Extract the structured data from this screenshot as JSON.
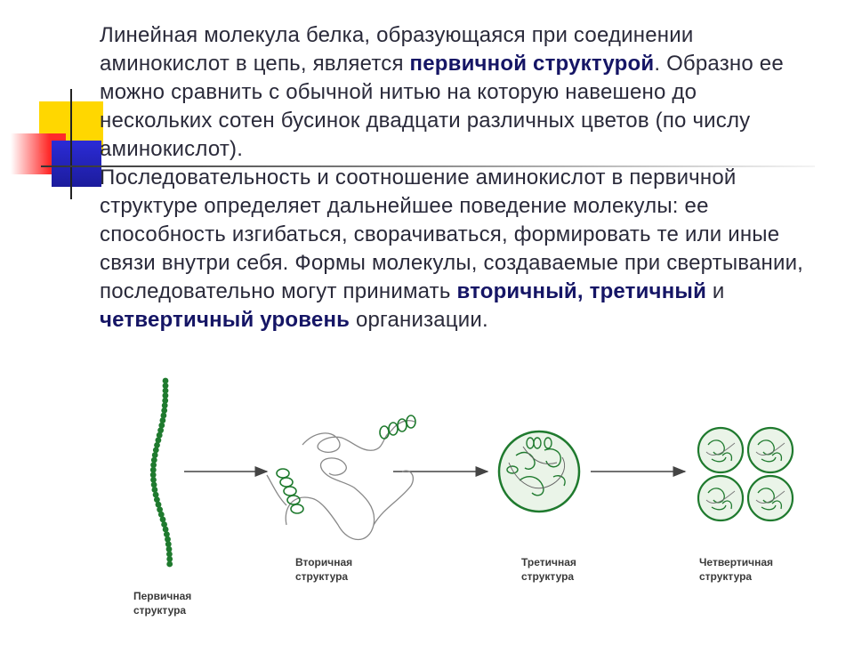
{
  "text": {
    "p1_a": "Линейная молекула белка, образующаяся при соединении аминокислот в цепь, является ",
    "p1_b1": "первичной структурой",
    "p1_c": ". Образно ее можно сравнить с обычной нитью на которую навешено до нескольких сотен бусинок двадцати различных цветов (по числу аминокислот).",
    "p2_a": "Последовательность и соотношение аминокислот в первичной структуре определяет дальнейшее поведение молекулы: ее способность изгибаться, сворачиваться, формировать те или иные связи внутри себя. Формы молекулы, создаваемые при свертывании, последовательно могут принимать ",
    "p2_b1": "вторичный,",
    "p2_sp": " ",
    "p2_b2": "третичный",
    "p2_c": " и ",
    "p2_b3": "четвертичный уровень",
    "p2_d": " организации."
  },
  "diagram": {
    "captions": {
      "primary_1": "Первичная",
      "primary_2": "структура",
      "secondary_1": "Вторичная",
      "secondary_2": "структура",
      "tertiary_1": "Третичная",
      "tertiary_2": "структура",
      "quaternary_1": "Четвертичная",
      "quaternary_2": "структура"
    }
  },
  "colors": {
    "text": "#2a2a3a",
    "bold_text": "#151565",
    "bead_green": "#1f7a2e",
    "yellow": "#ffd700",
    "red": "#ff2a2a",
    "blue": "#1c1c9c"
  }
}
